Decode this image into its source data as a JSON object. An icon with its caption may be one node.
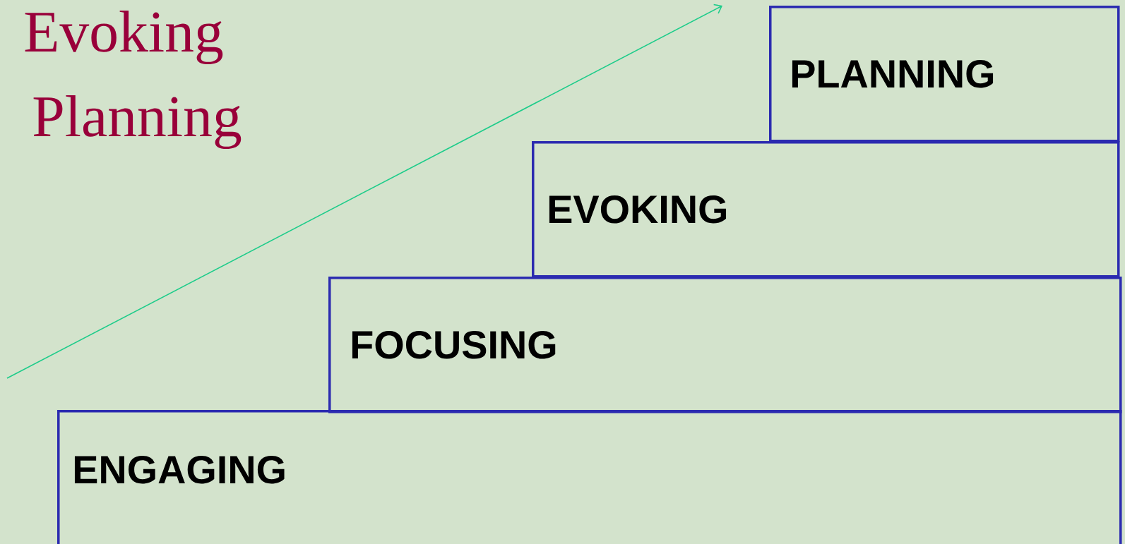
{
  "diagram": {
    "nodes": [
      {
        "text": [
          "ENGAGING"
        ]
      },
      {
        "text": [
          "FOCUSING"
        ]
      },
      {
        "text": [
          "EVOKING"
        ]
      },
      {
        "text": [
          "PLANNING"
        ]
      }
    ],
    "labels": [
      "Evoking",
      "Planning"
    ]
  }
}
